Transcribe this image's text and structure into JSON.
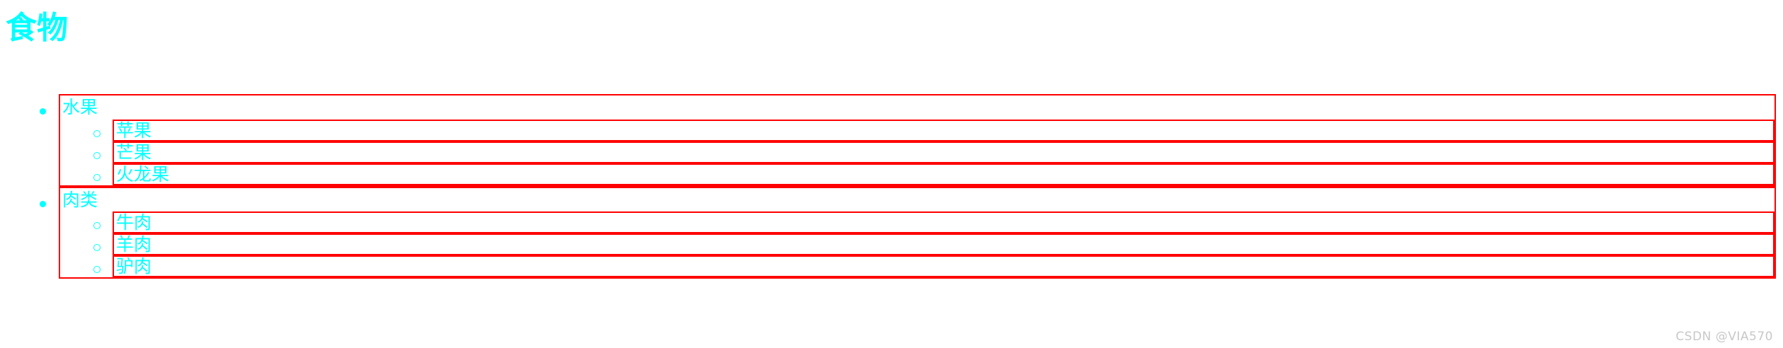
{
  "page": {
    "title": "食物",
    "title_color": "#00ffff",
    "border_color": "#ff0000",
    "background_color": "#ffffff"
  },
  "list": {
    "groups": [
      {
        "label": "水果",
        "marker": "filled-disc",
        "items": [
          {
            "label": "苹果",
            "marker": "hollow-circle"
          },
          {
            "label": "芒果",
            "marker": "hollow-circle"
          },
          {
            "label": "火龙果",
            "marker": "hollow-circle"
          }
        ]
      },
      {
        "label": "肉类",
        "marker": "filled-disc",
        "items": [
          {
            "label": "牛肉",
            "marker": "hollow-circle"
          },
          {
            "label": "羊肉",
            "marker": "hollow-circle"
          },
          {
            "label": "驴肉",
            "marker": "hollow-circle"
          }
        ]
      }
    ]
  },
  "watermark": {
    "text": "CSDN @VIA570",
    "color": "#c8c8c8"
  }
}
